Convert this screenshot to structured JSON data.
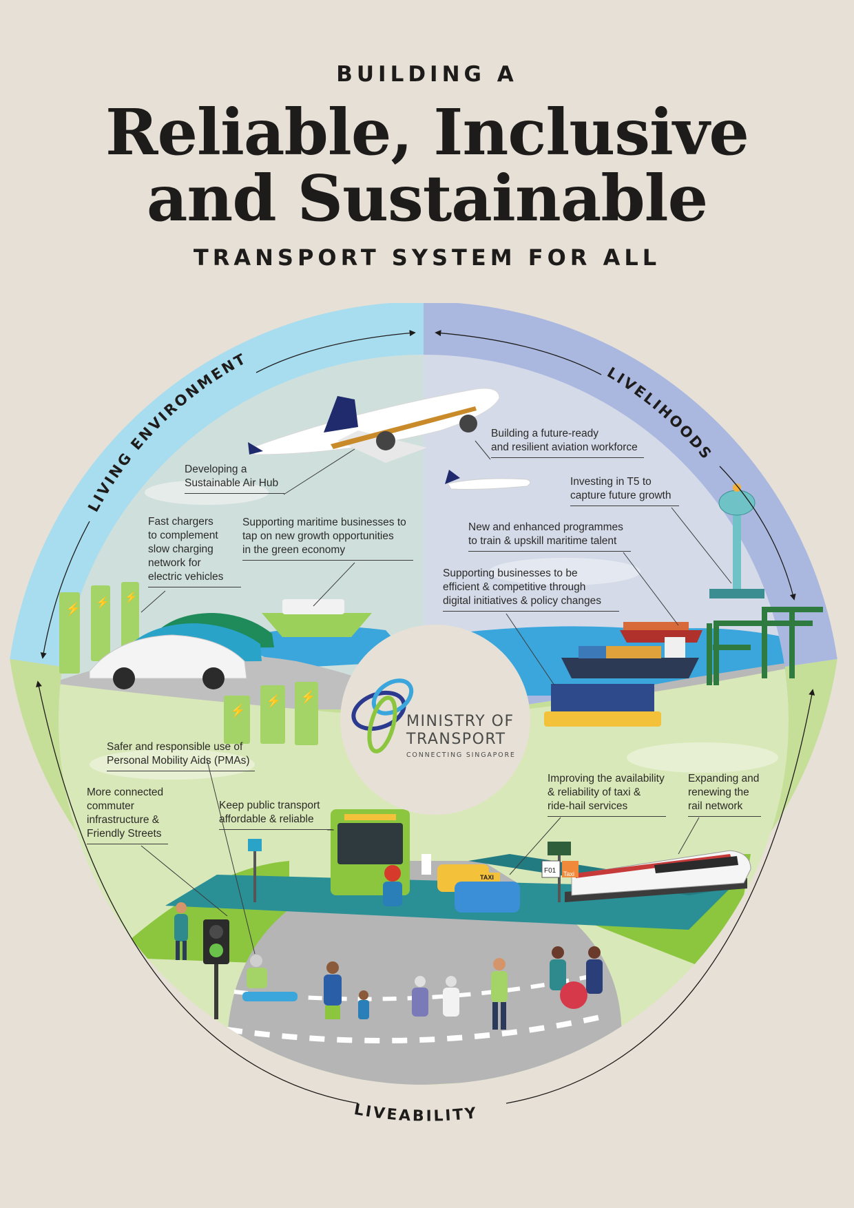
{
  "header": {
    "kicker": "BUILDING A",
    "headline_line1": "Reliable, Inclusive",
    "headline_line2": "and Sustainable",
    "subkicker": "TRANSPORT SYSTEM FOR ALL"
  },
  "segments": {
    "living_environment": "LIVING ENVIRONMENT",
    "livelihoods": "LIVELIHOODS",
    "liveability": "LIVEABILITY"
  },
  "center": {
    "org_line1": "MINISTRY OF",
    "org_line2": "TRANSPORT",
    "tagline": "CONNECTING SINGAPORE"
  },
  "callouts": {
    "air_hub": "Developing a\nSustainable Air Hub",
    "fast_chargers": "Fast chargers\nto complement\nslow charging\nnetwork for\nelectric vehicles",
    "maritime_green": "Supporting maritime businesses to\ntap on new growth opportunities\nin the green economy",
    "aviation_workforce": "Building a future-ready\nand resilient aviation workforce",
    "t5": "Investing in T5 to\ncapture future growth",
    "maritime_talent": "New and enhanced programmes\nto train & upskill maritime talent",
    "digital": "Supporting businesses to be\nefficient & competitive through\ndigital initiatives & policy changes",
    "pma": "Safer and responsible use of\nPersonal Mobility Aids (PMAs)",
    "commuter": "More connected\ncommuter\ninfrastructure &\nFriendly Streets",
    "public_transport": "Keep public transport\naffordable & reliable",
    "taxi": "Improving the availability\n& reliability of taxi &\nride-hail services",
    "rail": "Expanding and\nrenewing the\nrail network"
  },
  "scene_text": {
    "taxi_sign": "TAXI",
    "stop_code": "F01",
    "taxi_stand": "Taxi"
  },
  "colors": {
    "background": "#e6e0d6",
    "living_ring": "#a8dcef",
    "livelihoods_ring": "#aab8e0",
    "liveability_ring": "#c6df98",
    "water": "#3aa6dc",
    "accent_green": "#8cc63f"
  }
}
